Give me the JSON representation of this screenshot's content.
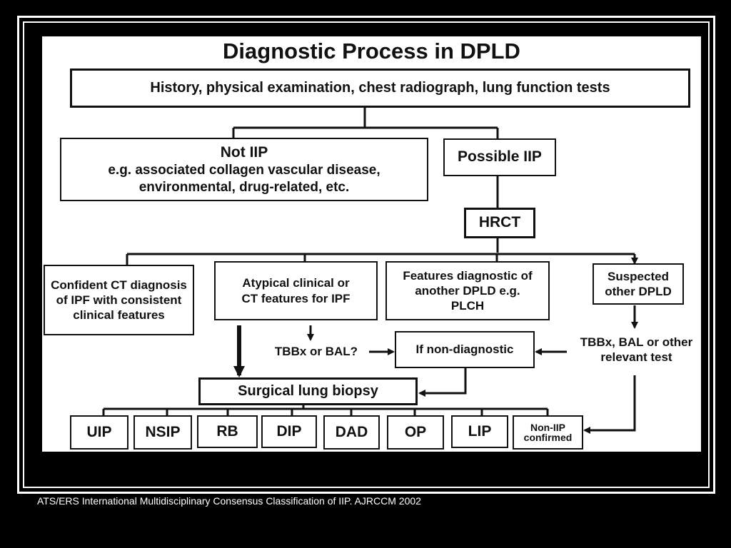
{
  "title": "Diagnostic Process in DPLD",
  "nodes": {
    "history": "History, physical examination, chest radiograph, lung function tests",
    "not_iip": {
      "line1": "Not IIP",
      "line2": "e.g. associated collagen vascular disease,",
      "line3": "environmental, drug-related, etc."
    },
    "possible_iip": "Possible IIP",
    "hrct": "HRCT",
    "confident_ct": "Confident CT diagnosis of IPF with consistent clinical features",
    "atypical": "Atypical clinical or CT features for IPF",
    "features_diag": "Features diagnostic of another DPLD e.g. PLCH",
    "suspected": "Suspected other DPLD",
    "tbbx_bal": "TBBx or BAL?",
    "non_diagnostic": "If non-diagnostic",
    "tbbx_other": "TBBx, BAL or other relevant test",
    "surgical": "Surgical lung biopsy"
  },
  "outcomes": [
    "UIP",
    "NSIP",
    "RB",
    "DIP",
    "DAD",
    "OP",
    "LIP"
  ],
  "non_iip_confirmed": {
    "line1": "Non-IIP",
    "line2": "confirmed"
  },
  "caption": "ATS/ERS International Multidisciplinary Consensus Classification of IIP. AJRCCM 2002"
}
